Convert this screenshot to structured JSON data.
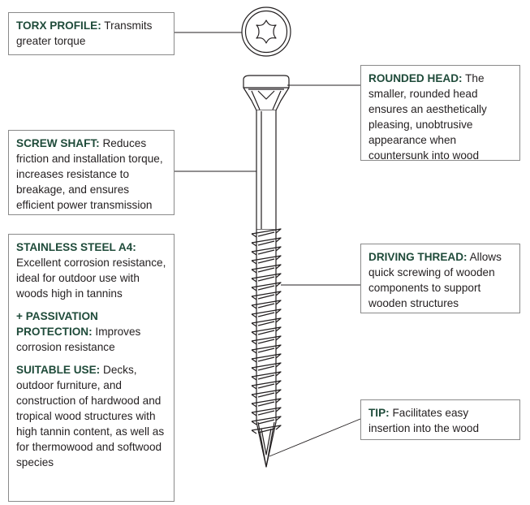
{
  "torx": {
    "heading": "TORX PROFILE:",
    "text": " Transmits greater torque"
  },
  "head": {
    "heading": "ROUNDED HEAD:",
    "text": " The smaller, rounded head ensures an aesthetically pleasing, unobtrusive appearance when countersunk into wood"
  },
  "shaft": {
    "heading": "SCREW SHAFT:",
    "text": " Reduces friction and installation torque, increases resistance to breakage, and ensures efficient power transmission"
  },
  "material": {
    "steel_heading": "STAINLESS STEEL A4:",
    "steel_text": " Excellent corrosion resistance, ideal for outdoor use with woods high in tannins",
    "passivation_heading": "+ PASSIVATION PROTECTION:",
    "passivation_text": " Improves corrosion resistance",
    "use_heading": "SUITABLE USE:",
    "use_text": " Decks, outdoor furniture, and construction of hardwood and tropical wood structures with high tannin content, as well as for thermowood and softwood species"
  },
  "thread": {
    "heading": "DRIVING THREAD:",
    "text": " Allows quick screwing of wooden components to support wooden structures"
  },
  "tip": {
    "heading": "TIP:",
    "text": " Facilitates easy insertion into the wood"
  },
  "colors": {
    "heading": "#1f4b3a",
    "border": "#8a8a8a",
    "line": "#231f20"
  }
}
